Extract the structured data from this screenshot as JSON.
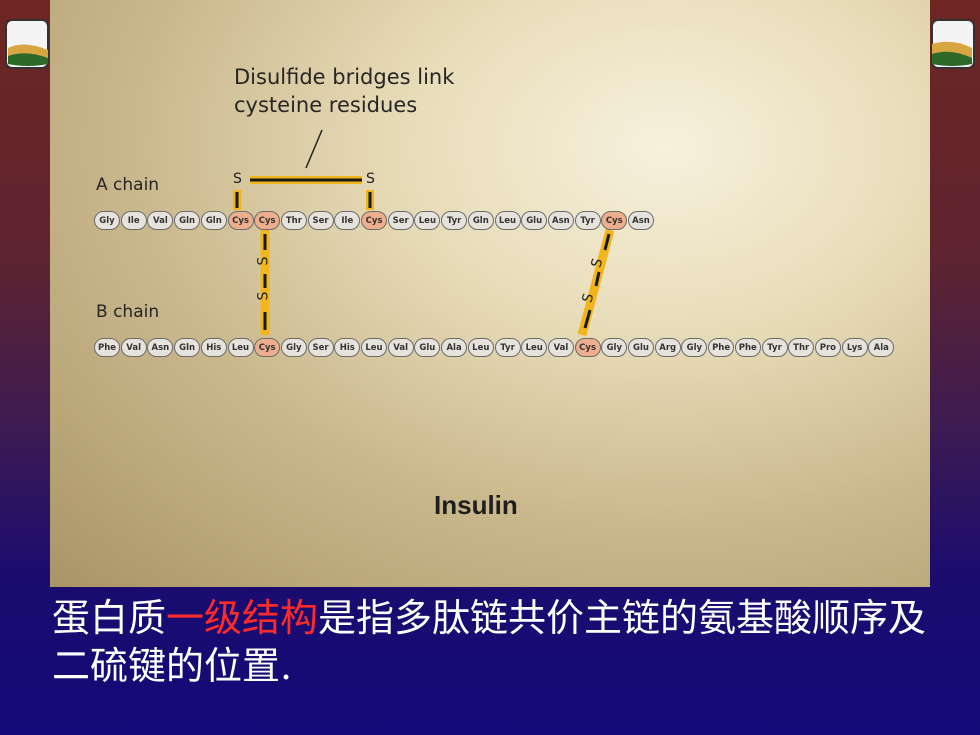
{
  "callout": {
    "line1": "Disulfide bridges link",
    "line2": "cysteine residues"
  },
  "a_chain": {
    "label": "A chain",
    "residues": [
      "Gly",
      "Ile",
      "Val",
      "Gln",
      "Gln",
      "Cys",
      "Cys",
      "Thr",
      "Ser",
      "Ile",
      "Cys",
      "Ser",
      "Leu",
      "Tyr",
      "Gln",
      "Leu",
      "Glu",
      "Asn",
      "Tyr",
      "Cys",
      "Asn"
    ]
  },
  "b_chain": {
    "label": "B chain",
    "residues": [
      "Phe",
      "Val",
      "Asn",
      "Gln",
      "His",
      "Leu",
      "Cys",
      "Gly",
      "Ser",
      "His",
      "Leu",
      "Val",
      "Glu",
      "Ala",
      "Leu",
      "Tyr",
      "Leu",
      "Val",
      "Cys",
      "Gly",
      "Glu",
      "Arg",
      "Gly",
      "Phe",
      "Phe",
      "Tyr",
      "Thr",
      "Pro",
      "Lys",
      "Ala"
    ]
  },
  "sulfur": "S",
  "figure_title": "Insulin",
  "caption": {
    "part1": "蛋白质",
    "highlight": "一级结构",
    "part2": "是指多肽链共价主链的氨基酸顺序及二硫键的位置."
  },
  "colors": {
    "bond": "#f2b61c",
    "cys": "#ecae8c",
    "highlight": "#ff2a2a"
  }
}
